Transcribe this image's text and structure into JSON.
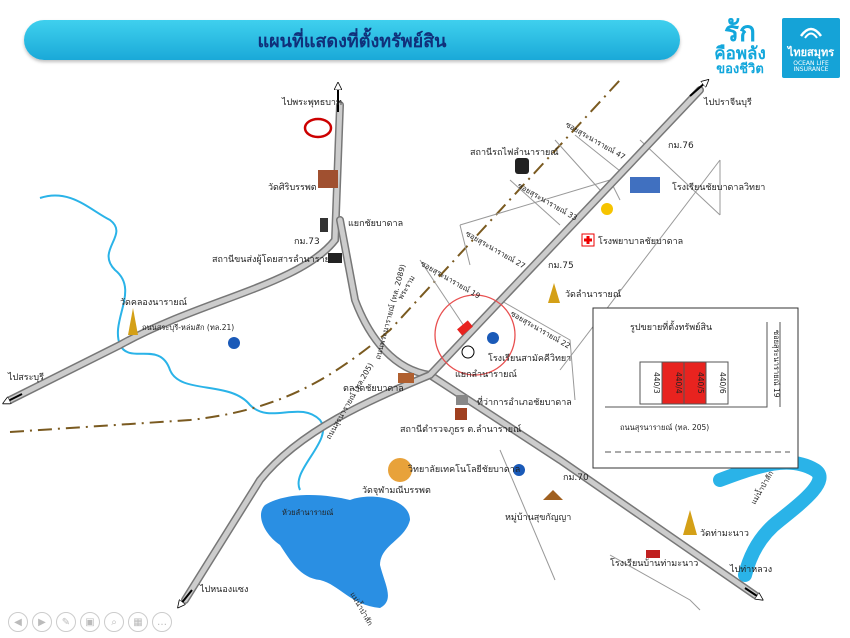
{
  "title": "แผนที่แสดงที่ตั้งทรัพย์สิน",
  "slogan": {
    "line1": "รัก",
    "line2": "คือพลัง",
    "line3": "ของชีวิต"
  },
  "logo": {
    "name": "ไทยสมุทร",
    "line1": "OCEAN LIFE",
    "line2": "INSURANCE"
  },
  "labels": {
    "prabuddhabat": "ไปพระพุทธบาท",
    "toprachinburi": "ไปปราจีนบุรี",
    "tosaraburi": "ไปสระบุรี",
    "toban_mo": "ไปหนองแซง",
    "tothaluang": "ไปท่าหลวง",
    "wat_phrabat": "วัดศิริบรรพต",
    "wat_khao": "วัดคลองนารายณ์",
    "road_phahon": "ถนนสระบุรี-หล่มสัก (ทล.21)",
    "road_sainat": "ถนนพระนารายณ์ (ทล. 2089)",
    "road_suranarai": "ถนนสุรนารายณ์ (ทล.205)",
    "yaek_chaibadan": "แยกชัยบาดาล",
    "police": "สถานีขนส่งผู้โดยสารลำนารายณ์",
    "km73": "กม.73",
    "km75": "กม.75",
    "km76": "กม.76",
    "km70": "กม.70",
    "train": "สถานีรถไฟลำนารายณ์",
    "school_chaibadan": "โรงเรียนชัยบาดาลวิทยา",
    "hospital": "โรงพยาบาลชัยบาดาล",
    "wat_lamnarai": "วัดลำนารายณ์",
    "soi47": "ซอยสุระนารายณ์ 47",
    "soi33": "ซอยสุระนารายณ์ 33",
    "soi27": "ซอยสุระนารายณ์ 27",
    "soi19": "ซอยสุระนารายณ์ 19",
    "soi22": "ซอยสุระนารายณ์ 22",
    "phra_ram": "พระราม",
    "school_sanuan": "โรงเรียนสามัคคีวิทยา",
    "yaek_lamnarai": "แยกลำนารายณ์",
    "market": "ตลาดชัยบาดาล",
    "district_office": "ที่ว่าการอำเภอชัยบาดาล",
    "police_station": "สถานีตำรวจภูธร ต.ลำนารายณ์",
    "college": "วิทยาลัยเทคโนโลยีชัยบาดาล",
    "wat_chulamanee": "วัดจุฬามณีบรรพต",
    "lake": "ห้วยลำนารายณ์",
    "village": "หมู่บ้านสุขกัญญา",
    "river_right": "แม่น้ำป่าสัก",
    "river_bottom": "แม่น้ำป่าสัก",
    "wat_thamnao": "วัดท่ามะนาว",
    "school_thamnao": "โรงเรียนบ้านท่ามะนาว"
  },
  "inset": {
    "title": "รูปขยายที่ตั้งทรัพย์สิน",
    "side_road": "ซอยสุระนารายณ์ 19",
    "main_road": "ถนนสุรนารายณ์ (ทล. 205)",
    "lots": [
      "440/3",
      "440/4",
      "440/5",
      "440/6"
    ],
    "lot_colors": [
      "#ffffff",
      "#e8231f",
      "#e8231f",
      "#ffffff"
    ]
  },
  "nav_icons": [
    "prev-icon",
    "next-icon",
    "pen-icon",
    "slides-icon",
    "zoom-icon",
    "grid-icon",
    "more-icon"
  ],
  "nav_glyphs": [
    "◀",
    "▶",
    "✎",
    "▣",
    "⌕",
    "▦",
    "…"
  ]
}
